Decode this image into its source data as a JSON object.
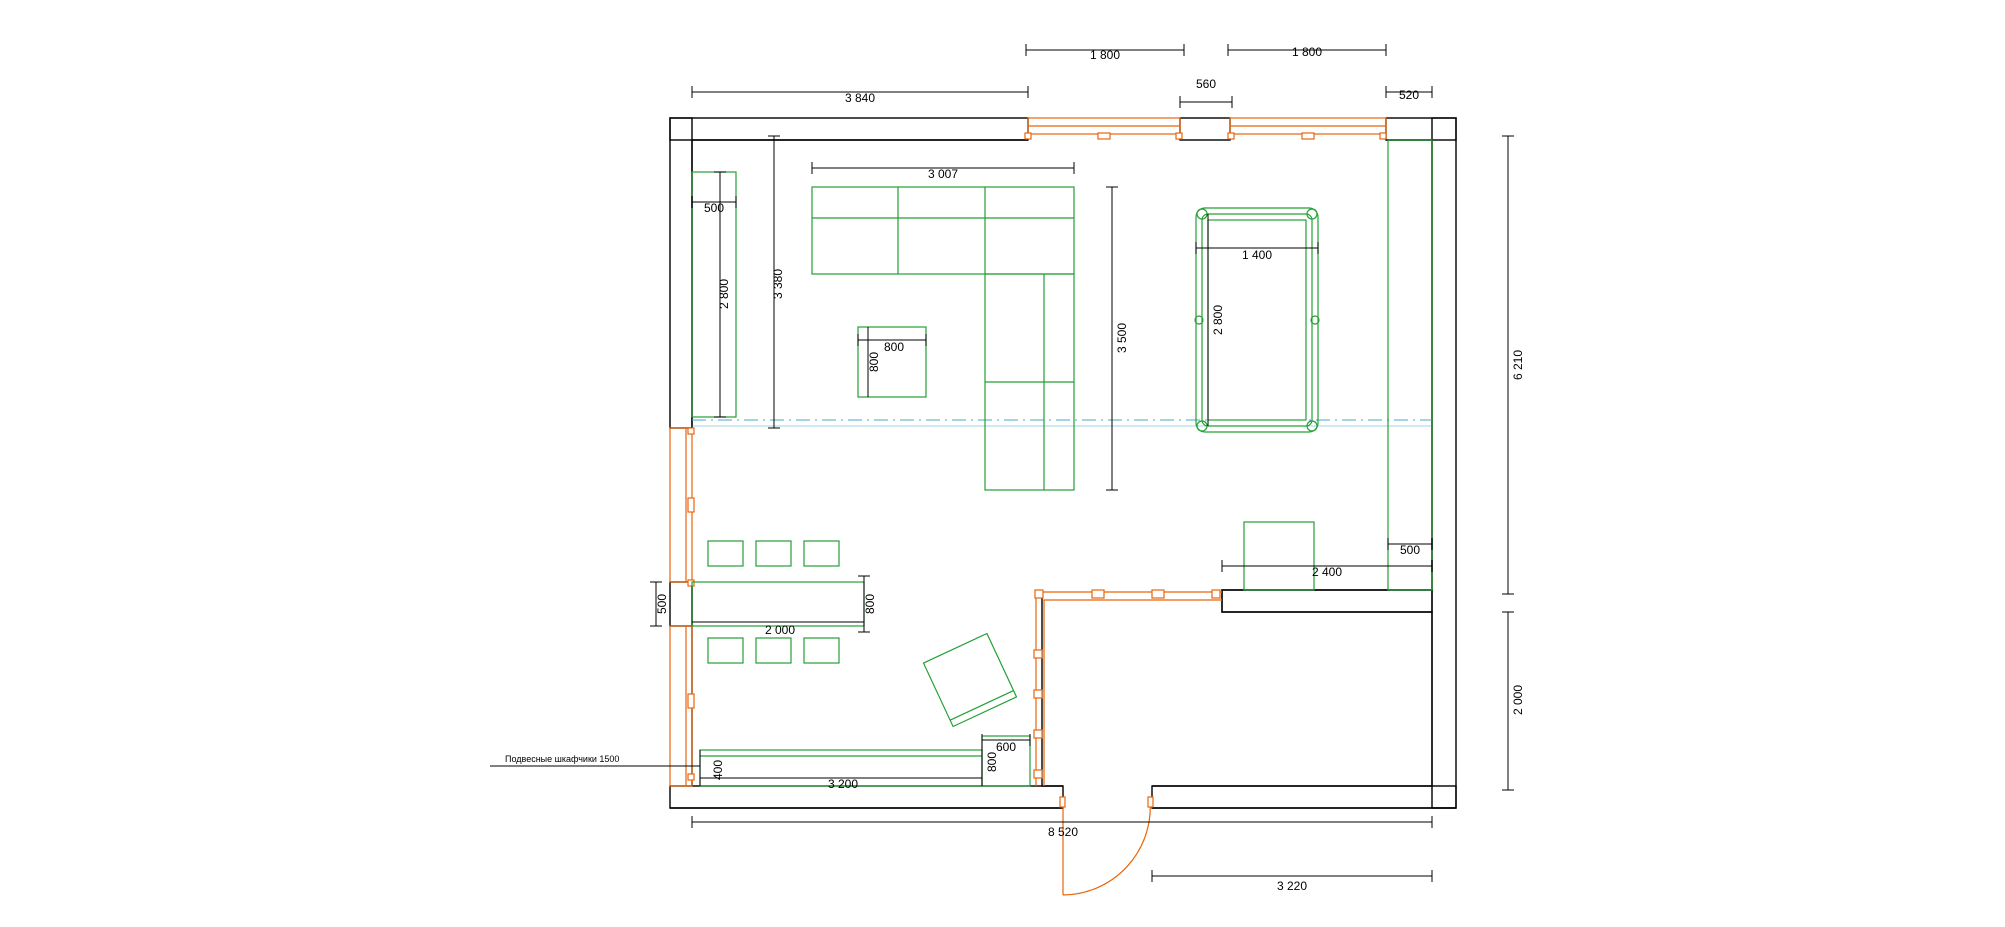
{
  "dimensions": {
    "top_1800_a": "1 800",
    "top_1800_b": "1 800",
    "top_3840": "3 840",
    "top_560": "560",
    "top_520": "520",
    "sofa_3007": "3 007",
    "left_500": "500",
    "left_2800": "2 800",
    "left_3380": "3 380",
    "pouf_800_w": "800",
    "pouf_800_h": "800",
    "center_3500": "3 500",
    "billiard_1400": "1 400",
    "billiard_2800": "2 800",
    "right_6210": "6 210",
    "right_500": "500",
    "right_2400": "2 400",
    "table_500_left": "500",
    "table_800_right": "800",
    "table_2000": "2 000",
    "kitchen_600": "600",
    "kitchen_800": "800",
    "kitchen_400": "400",
    "kitchen_3200": "3 200",
    "right_2000": "2 000",
    "bottom_8520": "8 520",
    "bottom_3220": "3 220"
  },
  "annotations": {
    "wall_cabinets": "Подвесные шкафчики 1500"
  },
  "colors": {
    "walls": "#000000",
    "furniture": "#23a035",
    "windows_doors": "#e8650a",
    "axis": "#4aa8c9"
  }
}
